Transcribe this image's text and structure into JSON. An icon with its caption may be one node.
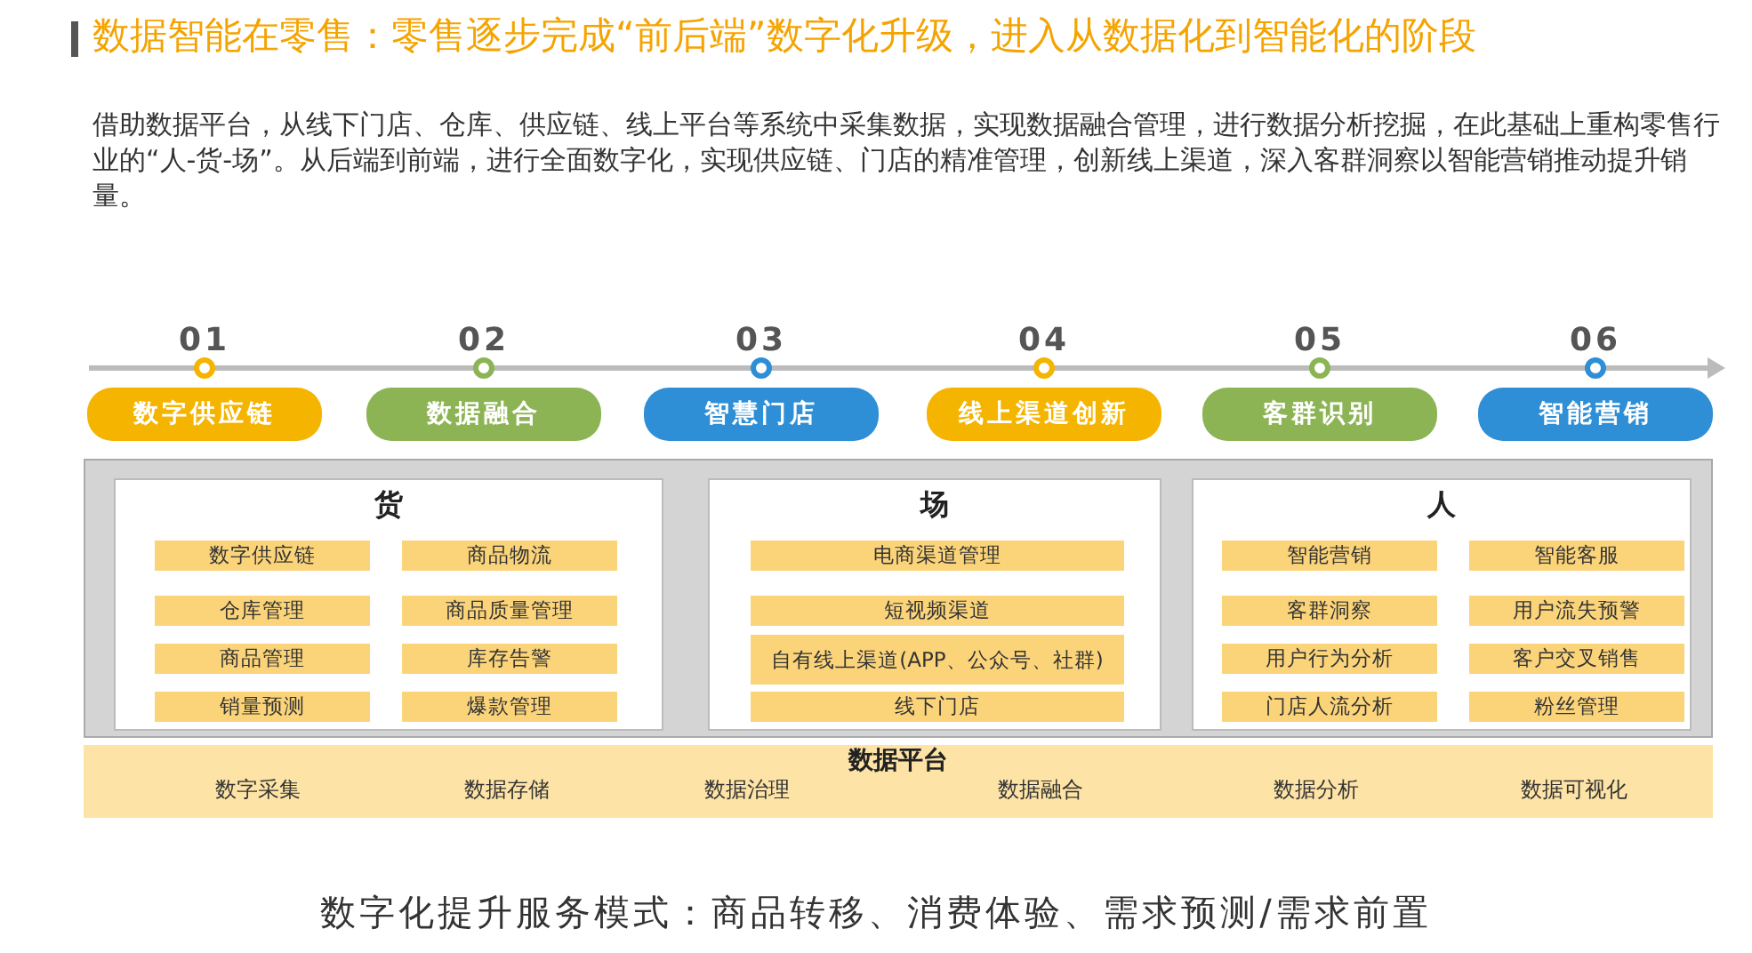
{
  "diagram": {
    "title": "数据智能在零售：零售逐步完成“前后端”数字化升级，进入从数据化到智能化的阶段",
    "caption": "数字化提升服务模式：商品转移、消费体验、需求预测/需求前置",
    "labels": [
      "借助数据平台，从线下门店、仓库、供应链、线上平台等系统中采集数据，实现数据融合管理，进行数据分析挖掘，在此基础上重构零售行业的“人-货-场”。从后端到前端，进行全面数字化，实现供应链、门店的精准管理，创新线上渠道，深入客群洞察以智能营销推动提升销量。"
    ],
    "nodes": [
      {
        "text": [
          "数字供应链"
        ],
        "beside": [
          "01"
        ]
      },
      {
        "text": [
          "数据融合"
        ],
        "beside": [
          "02"
        ]
      },
      {
        "text": [
          "智慧门店"
        ],
        "beside": [
          "03"
        ]
      },
      {
        "text": [
          "线上渠道创新"
        ],
        "beside": [
          "04"
        ]
      },
      {
        "text": [
          "客群识别"
        ],
        "beside": [
          "05"
        ]
      },
      {
        "text": [
          "智能营销"
        ],
        "beside": [
          "06"
        ]
      },
      {
        "text": [],
        "shape": "box"
      },
      {
        "text": [
          "货"
        ],
        "in": 6
      },
      {
        "text": [
          "数字供应链"
        ],
        "in": 7
      },
      {
        "text": [
          "商品物流"
        ],
        "in": 7
      },
      {
        "text": [
          "仓库管理"
        ],
        "in": 7
      },
      {
        "text": [
          "商品质量管理"
        ],
        "in": 7
      },
      {
        "text": [
          "商品管理"
        ],
        "in": 7
      },
      {
        "text": [
          "库存告警"
        ],
        "in": 7
      },
      {
        "text": [
          "销量预测"
        ],
        "in": 7
      },
      {
        "text": [
          "爆款管理"
        ],
        "in": 7
      },
      {
        "text": [
          "场"
        ],
        "in": 6
      },
      {
        "text": [
          "电商渠道管理"
        ],
        "in": 16
      },
      {
        "text": [
          "短视频渠道"
        ],
        "in": 16
      },
      {
        "text": [
          "自有线上渠道(APP、公众号、社群)"
        ],
        "in": 16
      },
      {
        "text": [
          "线下门店"
        ],
        "in": 16
      },
      {
        "text": [
          "人"
        ],
        "in": 6
      },
      {
        "text": [
          "智能营销"
        ],
        "in": 21
      },
      {
        "text": [
          "智能客服"
        ],
        "in": 21
      },
      {
        "text": [
          "客群洞察"
        ],
        "in": 21
      },
      {
        "text": [
          "用户流失预警"
        ],
        "in": 21
      },
      {
        "text": [
          "用户行为分析"
        ],
        "in": 21
      },
      {
        "text": [
          "客户交叉销售"
        ],
        "in": 21
      },
      {
        "text": [
          "门店人流分析"
        ],
        "in": 21
      },
      {
        "text": [
          "粉丝管理"
        ],
        "in": 21
      },
      {
        "text": [
          "数据平台"
        ]
      },
      {
        "text": [
          "数字采集"
        ],
        "in": 30
      },
      {
        "text": [
          "数据存储"
        ],
        "in": 30
      },
      {
        "text": [
          "数据治理"
        ],
        "in": 30
      },
      {
        "text": [
          "数据融合"
        ],
        "in": 30
      },
      {
        "text": [
          "数据分析"
        ],
        "in": 30
      },
      {
        "text": [
          "数据可视化"
        ],
        "in": 30
      }
    ],
    "edges": []
  }
}
